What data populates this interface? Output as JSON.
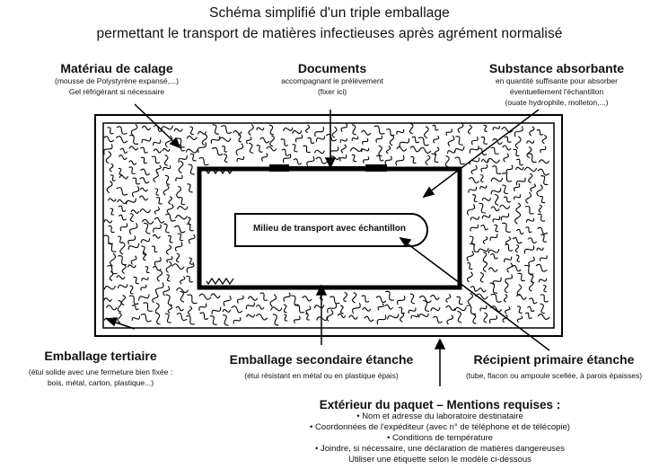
{
  "title": {
    "line1": "Schéma simplifié d'un triple emballage",
    "line2": "permettant le transport de matières infectieuses après agrément normalisé"
  },
  "labels": {
    "calage": {
      "heading": "Matériau de calage",
      "lines": [
        "(mousse de Polystyrène expansé,...)",
        "Gel réfrigérant si nécessaire"
      ]
    },
    "documents": {
      "heading": "Documents",
      "lines": [
        "accompagnant le prélèvement",
        "(fixer ici)"
      ]
    },
    "absorbante": {
      "heading": "Substance absorbante",
      "lines": [
        "en quantité suffisante pour absorber",
        "éventuellement l'échantillon",
        "(ouate hydrophile, molleton,...)"
      ]
    },
    "milieu": {
      "text": "Milieu de transport avec échantillon"
    },
    "tertiaire": {
      "heading": "Emballage tertiaire",
      "lines": [
        "(étui solide avec une fermeture bien fixée :",
        "bois, métal, carton, plastique...)"
      ]
    },
    "secondaire": {
      "heading": "Emballage secondaire étanche",
      "lines": [
        "(étui résistant en métal ou en plastique épais)"
      ]
    },
    "primaire": {
      "heading": "Récipient primaire étanche",
      "lines": [
        "(tube, flacon ou ampoule scellée, à parois épaisses)"
      ]
    },
    "exterieur": {
      "heading": "Extérieur du paquet – Mentions requises :",
      "lines": [
        "• Nom et adresse du laboratoire destinataire",
        "• Coordonnées de l'expéditeur (avec n° de téléphone et de télécopie)",
        "• Conditions de température",
        "• Joindre, si nécessaire, une déclaration de matières dangereuses",
        "Utiliser une étiquette selon le modèle ci-dessous"
      ]
    }
  }
}
